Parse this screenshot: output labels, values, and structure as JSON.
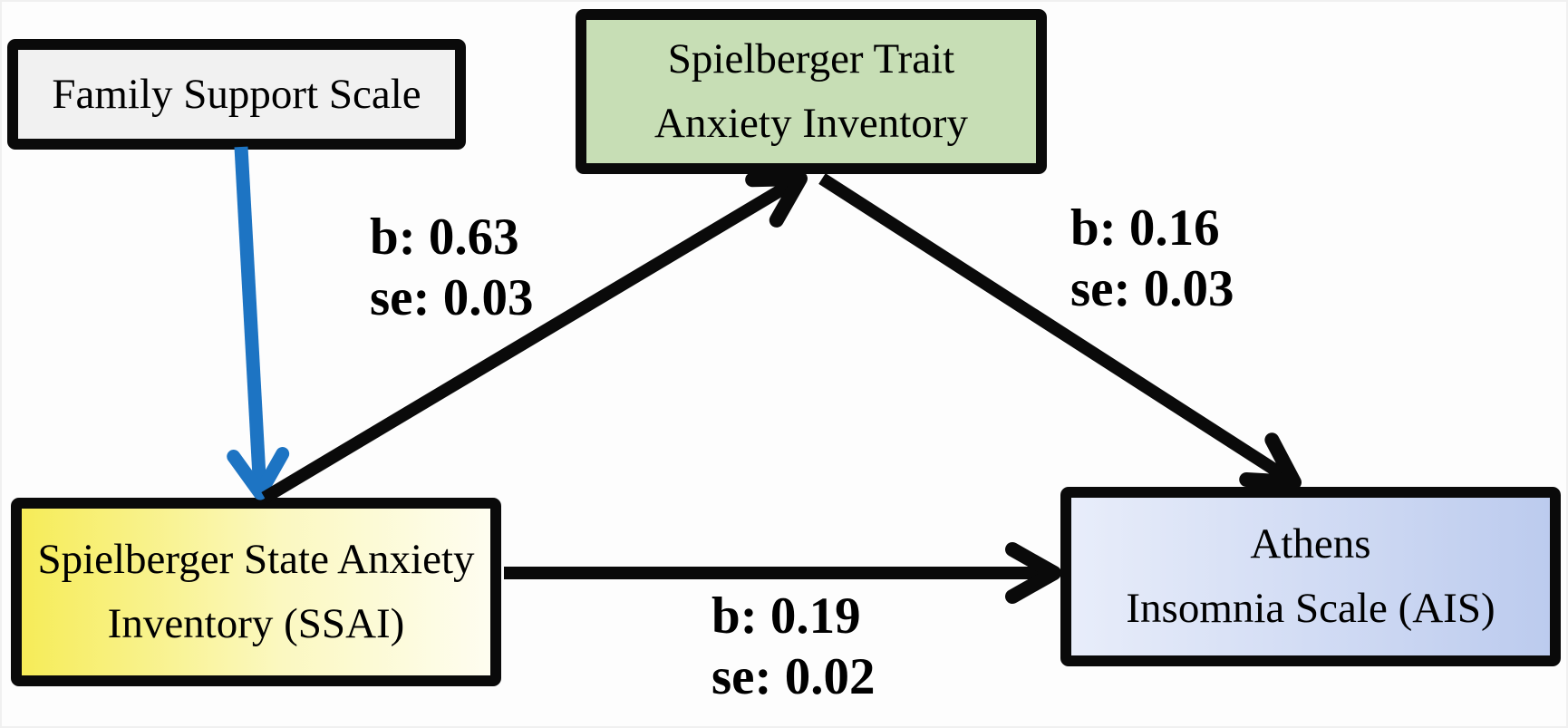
{
  "nodes": {
    "family_support": {
      "label": "Family Support Scale",
      "fill": "#f1f1f1"
    },
    "trait_anxiety": {
      "line1": "Spielberger Trait",
      "line2": "Anxiety Inventory",
      "fill": "#c7deb5"
    },
    "state_anxiety": {
      "line1": "Spielberger State Anxiety",
      "line2": "Inventory (SSAI)",
      "fill_gradient_start": "#f6ec58",
      "fill_gradient_end": "#fefdf0"
    },
    "athens_insomnia": {
      "line1": "Athens",
      "line2": "Insomnia Scale (AIS)",
      "fill_gradient_start": "#e8edfa",
      "fill_gradient_end": "#bccbee"
    }
  },
  "edges": {
    "family_to_state": {
      "from": "Family Support Scale",
      "to": "Spielberger State Anxiety Inventory (SSAI)",
      "color": "#1d74c3"
    },
    "state_to_trait": {
      "from": "Spielberger State Anxiety Inventory (SSAI)",
      "to": "Spielberger Trait Anxiety Inventory",
      "b": "b: 0.63",
      "se": "se: 0.03",
      "color": "#0a0a0a"
    },
    "trait_to_athens": {
      "from": "Spielberger Trait Anxiety Inventory",
      "to": "Athens Insomnia Scale (AIS)",
      "b": "b: 0.16",
      "se": "se: 0.03",
      "color": "#0a0a0a"
    },
    "state_to_athens": {
      "from": "Spielberger State Anxiety Inventory (SSAI)",
      "to": "Athens Insomnia Scale (AIS)",
      "b": "b: 0.19",
      "se": "se: 0.02",
      "color": "#0a0a0a"
    }
  },
  "colors": {
    "node_border": "#0a0a0a",
    "edge_black": "#0a0a0a",
    "edge_blue": "#1d74c3",
    "text": "#000000",
    "background": "#fdfdfd"
  }
}
